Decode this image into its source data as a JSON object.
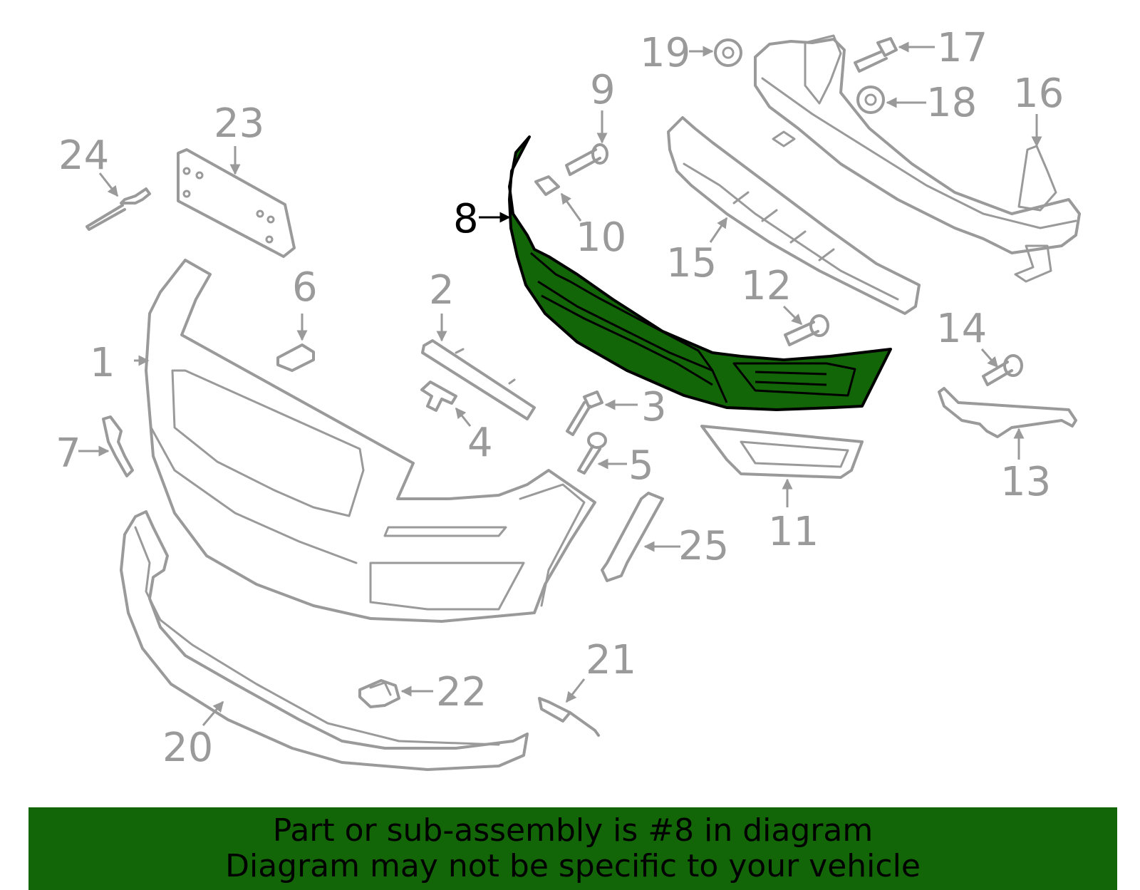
{
  "diagram": {
    "highlighted_part": "8",
    "highlight_color": "#136607",
    "line_color": "#9a9a9a",
    "callouts": [
      "1",
      "2",
      "3",
      "4",
      "5",
      "6",
      "7",
      "8",
      "9",
      "10",
      "11",
      "12",
      "13",
      "14",
      "15",
      "16",
      "17",
      "18",
      "19",
      "20",
      "21",
      "22",
      "23",
      "24",
      "25"
    ]
  },
  "banner": {
    "line1": "Part or sub-assembly is #8 in diagram",
    "line2": "Diagram may not be specific to your vehicle",
    "background": "#136607"
  }
}
